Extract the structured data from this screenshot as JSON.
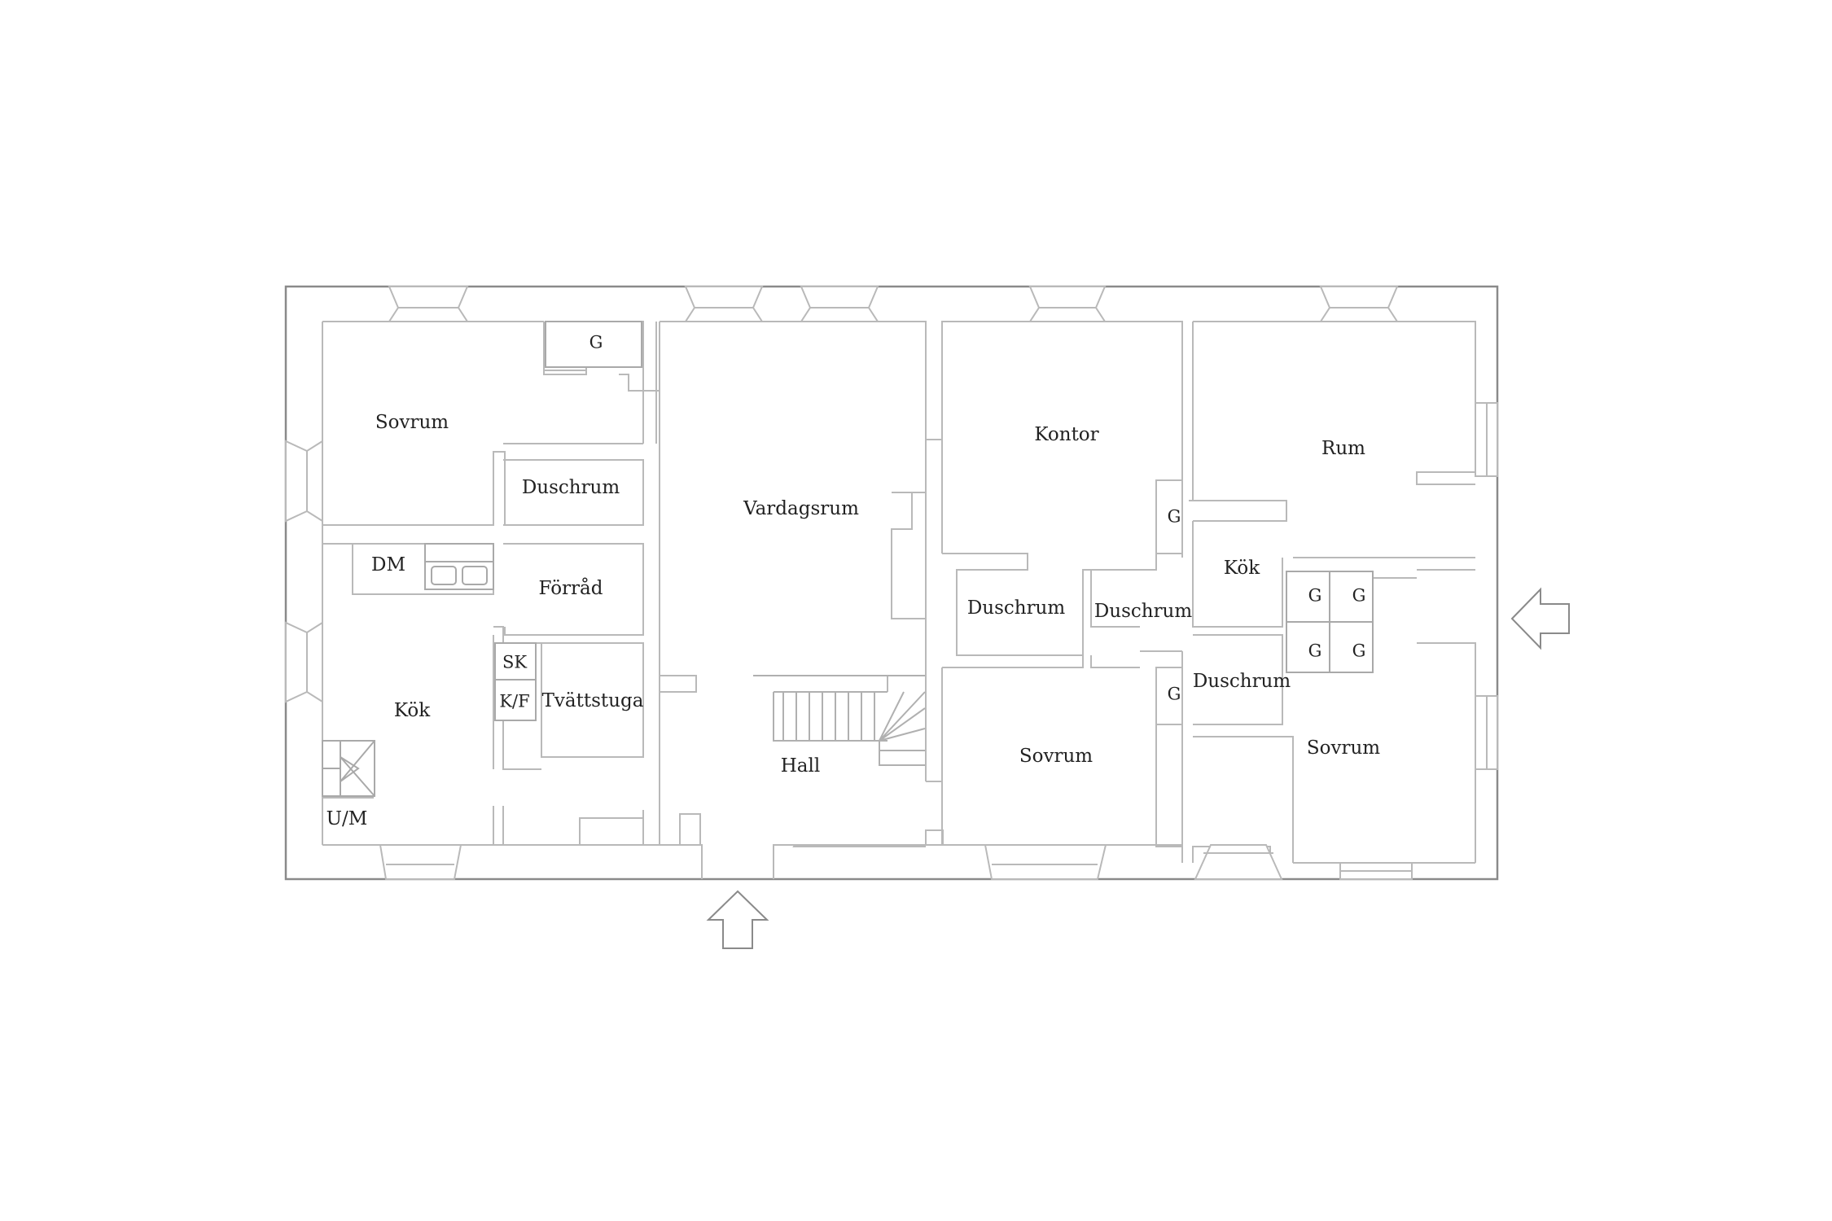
{
  "rooms": {
    "sovrum_1": "Sovrum",
    "g_top": "G",
    "duschrum_1": "Duschrum",
    "dm": "DM",
    "forrad": "Förråd",
    "sk": "SK",
    "kf": "K/F",
    "tvattstuga": "Tvättstuga",
    "kok_1": "Kök",
    "um": "U/M",
    "vardagsrum": "Vardagsrum",
    "hall": "Hall",
    "kontor": "Kontor",
    "g_kontor": "G",
    "duschrum_2": "Duschrum",
    "duschrum_3": "Duschrum",
    "g_sovrum": "G",
    "sovrum_2": "Sovrum",
    "rum": "Rum",
    "kok_2": "Kök",
    "g1": "G",
    "g2": "G",
    "g3": "G",
    "g4": "G",
    "duschrum_4": "Duschrum",
    "sovrum_3": "Sovrum"
  },
  "entrances": [
    "south-entrance-arrow",
    "east-entrance-arrow"
  ]
}
